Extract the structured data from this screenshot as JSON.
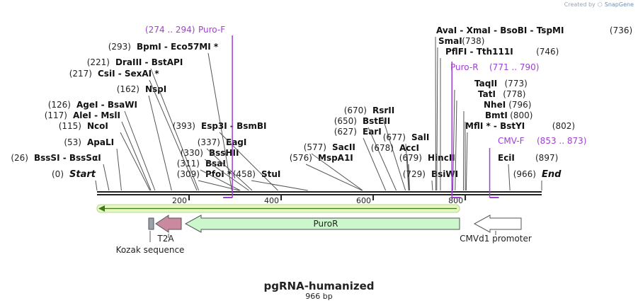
{
  "credit": {
    "prefix": "Created by",
    "brand": "SnapGene"
  },
  "map": {
    "title": "pgRNA-humanized",
    "length_label": "966 bp",
    "length_bp": 966,
    "colors": {
      "primer": "#a040d0",
      "puro": "#ccf7cc",
      "t2a": "#c9899f",
      "kozak": "#9aa3ad",
      "cmv": "#ffffff",
      "arrow_band": "#e6f7c0",
      "arrow_line": "#3c7a1a"
    }
  },
  "sites": [
    {
      "label": "(0)",
      "name": "Start",
      "special": true,
      "bp": 0
    },
    {
      "label": "(26)",
      "name": "BssSI  -  BssSαI",
      "bp": 26
    },
    {
      "label": "(53)",
      "name": "ApaLI",
      "bp": 53
    },
    {
      "label": "(115)",
      "name": "NcoI",
      "bp": 115
    },
    {
      "label": "(117)",
      "name": "AleI  -  MslI",
      "bp": 117
    },
    {
      "label": "(126)",
      "name": "AgeI  -  BsaWI",
      "bp": 126
    },
    {
      "label": "(162)",
      "name": "NspI",
      "bp": 162
    },
    {
      "label": "(217)",
      "name": "CsiI  -  SexAI *",
      "bp": 217
    },
    {
      "label": "(221)",
      "name": "DraIII  -  BstAPI",
      "bp": 221
    },
    {
      "label": "(293)",
      "name": "BpmI  -  Eco57MI *",
      "bp": 293
    },
    {
      "label": "(309)",
      "name": "PfoI *",
      "bp": 309
    },
    {
      "label": "(311)",
      "name": "BsaI",
      "bp": 311
    },
    {
      "label": "(330)",
      "name": "BssHII",
      "bp": 330
    },
    {
      "label": "(337)",
      "name": "EagI",
      "bp": 337
    },
    {
      "label": "(393)",
      "name": "Esp3I  -  BsmBI",
      "bp": 393
    },
    {
      "label": "(458)",
      "name": "StuI",
      "bp": 458
    },
    {
      "label": "(576)",
      "name": "MspA1I",
      "bp": 576
    },
    {
      "label": "(577)",
      "name": "SacII",
      "bp": 577
    },
    {
      "label": "(627)",
      "name": "EarI",
      "bp": 627
    },
    {
      "label": "(650)",
      "name": "BstEII",
      "bp": 650
    },
    {
      "label": "(670)",
      "name": "RsrII",
      "bp": 670
    },
    {
      "label": "(677)",
      "name": "SalI",
      "bp": 677
    },
    {
      "label": "(678)",
      "name": "AccI",
      "bp": 678
    },
    {
      "label": "(679)",
      "name": "HincII",
      "bp": 679
    },
    {
      "label": "(729)",
      "name": "BsiWI",
      "bp": 729
    },
    {
      "label": "(736)",
      "name": "AvaI  -  XmaI  -  BsoBI  -  TspMI",
      "bp": 736
    },
    {
      "label": "(738)",
      "name": "SmaI",
      "bp": 738
    },
    {
      "label": "(746)",
      "name": "PflFI  -  Tth111I",
      "bp": 746
    },
    {
      "label": "(773)",
      "name": "TaqII",
      "bp": 773
    },
    {
      "label": "(778)",
      "name": "TatI",
      "bp": 778
    },
    {
      "label": "(796)",
      "name": "NheI",
      "bp": 796
    },
    {
      "label": "(800)",
      "name": "BmtI",
      "bp": 800
    },
    {
      "label": "(802)",
      "name": "MflI *  -  BstYI",
      "bp": 802
    },
    {
      "label": "(897)",
      "name": "EciI",
      "bp": 897
    },
    {
      "label": "(966)",
      "name": "End",
      "special": true,
      "bp": 966
    }
  ],
  "primers": [
    {
      "name": "Puro-F",
      "range": "(274 .. 294)",
      "start": 274,
      "end": 294
    },
    {
      "name": "Puro-R",
      "range": "(771 .. 790)",
      "start": 771,
      "end": 790
    },
    {
      "name": "CMV-F",
      "range": "(853 .. 873)",
      "start": 853,
      "end": 873
    }
  ],
  "ruler_ticks": [
    200,
    400,
    600,
    800
  ],
  "features": [
    {
      "name": "Kozak sequence",
      "kind": "kozak"
    },
    {
      "name": "T2A",
      "kind": "t2a"
    },
    {
      "name": "PuroR",
      "kind": "puro"
    },
    {
      "name": "CMVd1 promoter",
      "kind": "cmv"
    }
  ]
}
